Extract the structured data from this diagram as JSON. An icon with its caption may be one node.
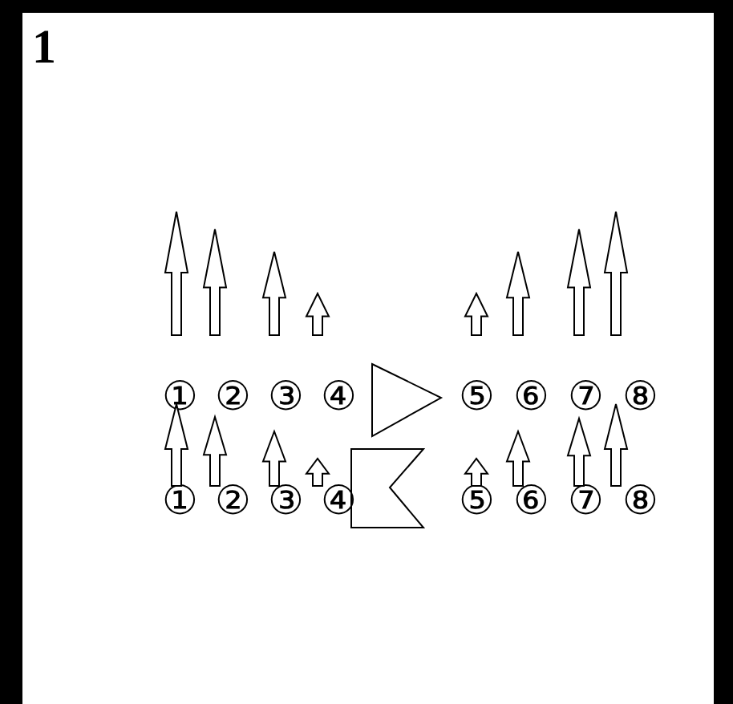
{
  "diagram": {
    "labels": [
      "1",
      "①",
      "②",
      "③",
      "④",
      "⑤",
      "⑥",
      "⑦",
      "⑧",
      "①",
      "②",
      "③",
      "④",
      "⑤",
      "⑥",
      "⑦",
      "⑧"
    ]
  }
}
